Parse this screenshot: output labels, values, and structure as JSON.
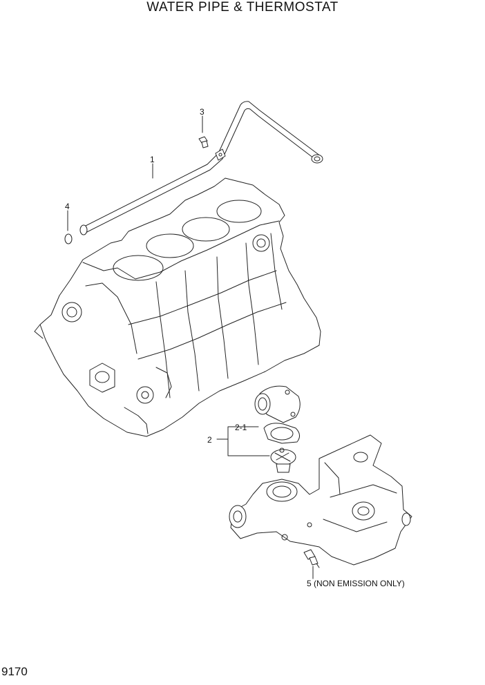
{
  "page": {
    "title": "WATER PIPE & THERMOSTAT",
    "page_number": "9170"
  },
  "callouts": [
    {
      "id": "1",
      "text": "1"
    },
    {
      "id": "2",
      "text": "2"
    },
    {
      "id": "2-1",
      "text": "2-1"
    },
    {
      "id": "3",
      "text": "3"
    },
    {
      "id": "4",
      "text": "4"
    },
    {
      "id": "5",
      "text": "5 (NON EMISSION ONLY)"
    }
  ]
}
